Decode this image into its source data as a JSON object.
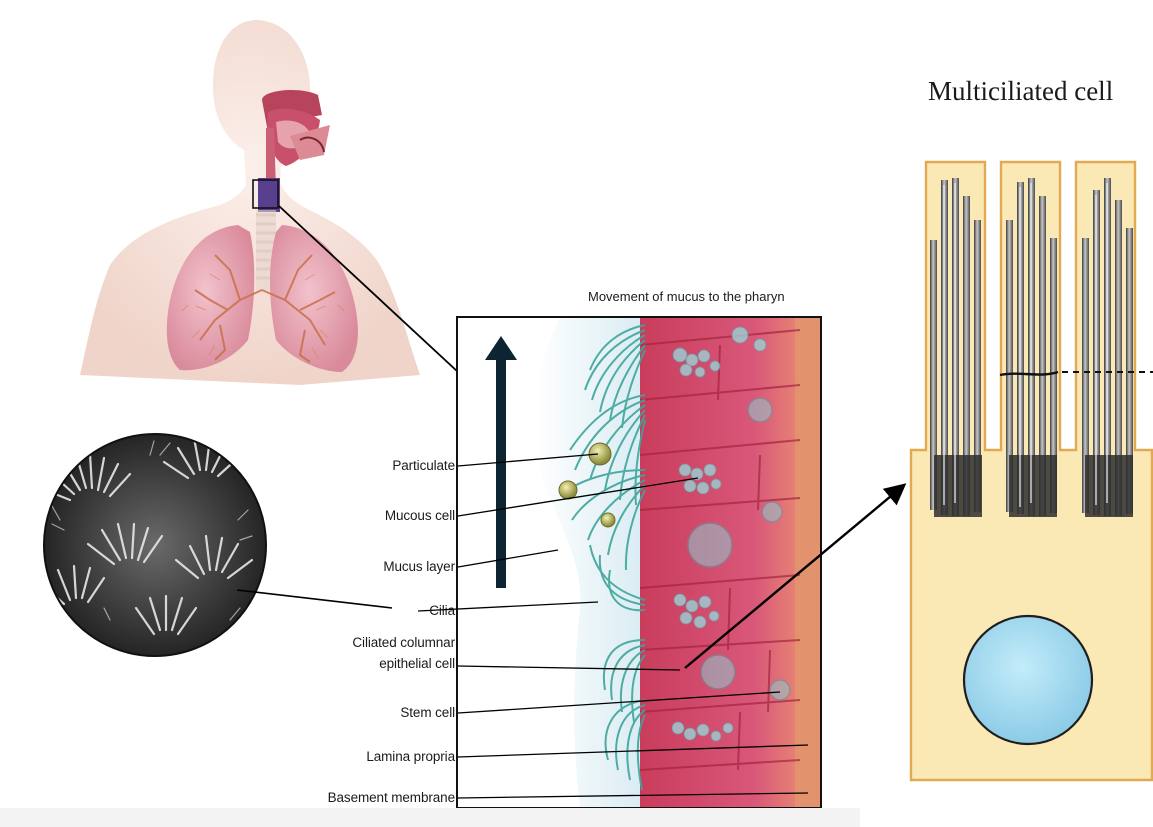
{
  "panel_header": "Movement of mucus to the pharyn",
  "right_title": "Multiciliated cell",
  "labels": {
    "particulate": "Particulate",
    "mucous_cell": "Mucous cell",
    "mucus_layer": "Mucus layer",
    "cilia": "Cilia",
    "ciliated_columnar_1": "Ciliated columnar",
    "ciliated_columnar_2": "epithelial cell",
    "stem_cell": "Stem cell",
    "lamina_propria": "Lamina propria",
    "basement_membrane": "Basement membrane"
  },
  "colors": {
    "skin": "#f3ddd5",
    "lung": "#e7a9b6",
    "trachea_highlight": "#5b3f8f",
    "epithelium": "#d84a6a",
    "cilia": "#3ea59b",
    "mucus": "#d6ecf3",
    "cell_fill": "#fbe9b5",
    "cell_outline": "#e1aa52",
    "nucleus": "#9fd6ef",
    "arrow": "#0d2532"
  }
}
